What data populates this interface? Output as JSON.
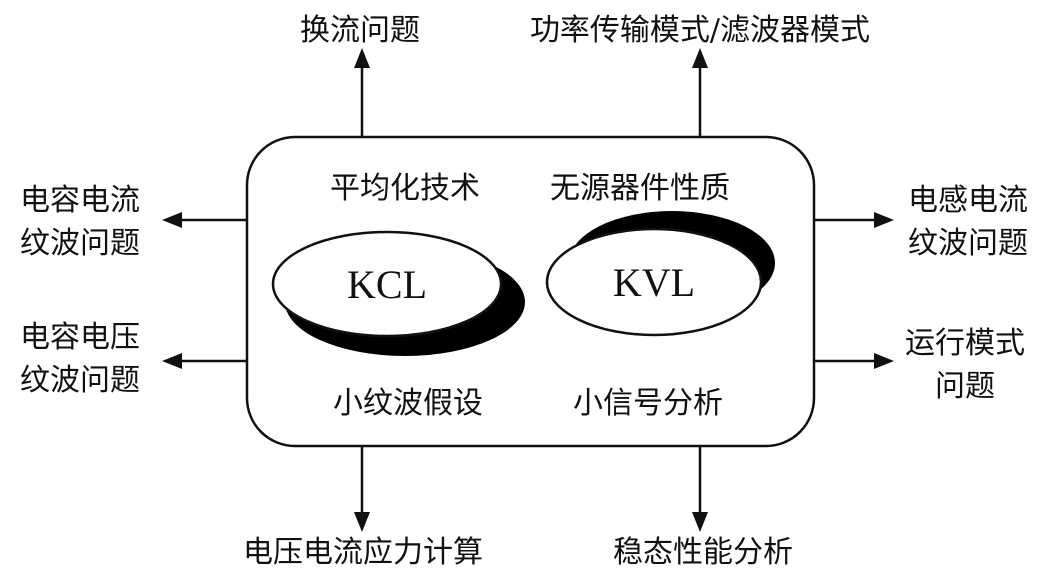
{
  "outputs": {
    "top_left": "换流问题",
    "top_right": "功率传输模式/滤波器模式",
    "left_upper": [
      "电容电流",
      "纹波问题"
    ],
    "left_lower": [
      "电容电压",
      "纹波问题"
    ],
    "right_upper": [
      "电感电流",
      "纹波问题"
    ],
    "right_lower": [
      "运行模式",
      "问题"
    ],
    "bottom_left": "电压电流应力计算",
    "bottom_right": "稳态性能分析"
  },
  "box": {
    "top_left_label": "平均化技术",
    "top_right_label": "无源器件性质",
    "bottom_left_label": "小纹波假设",
    "bottom_right_label": "小信号分析",
    "left_law": "KCL",
    "right_law": "KVL"
  },
  "colors": {
    "ink": "#111111",
    "background": "#ffffff"
  }
}
